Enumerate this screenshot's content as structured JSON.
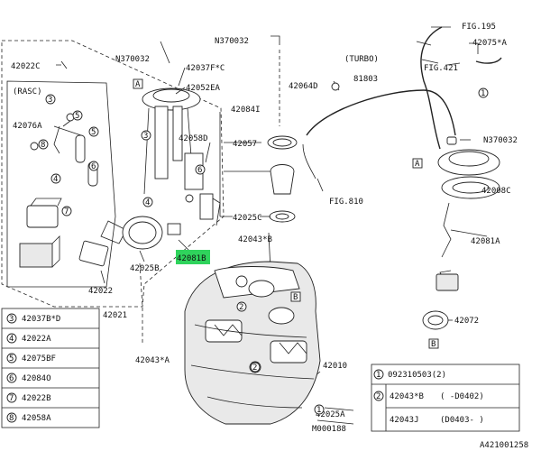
{
  "labels": {
    "l42022C": "42022C",
    "lN370032a": "N370032",
    "l42037FC": "42037F*C",
    "l42052EA": "42052EA",
    "lRASC": "(RASC)",
    "l42076A": "42076A",
    "l42058D": "42058D",
    "l42084I": "42084I",
    "l42057": "42057",
    "l42025C": "42025C",
    "l42081B": "42081B",
    "l42025B": "42025B",
    "l42022": "42022",
    "l42021": "42021",
    "l42043B": "42043*B",
    "l42043A": "42043*A",
    "l42010": "42010",
    "l42025A": "42025A",
    "lM000188": "M000188",
    "lN370032b": "N370032",
    "lTURBO": "(TURBO)",
    "l81803": "81803",
    "l42064D": "42064D",
    "lFIG810": "FIG.810",
    "lFIG195": "FIG.195",
    "l42075A": "42075*A",
    "lFIG421": "FIG.421",
    "lN370032c": "N370032",
    "l42008C": "42008C",
    "l42081A": "42081A",
    "l42072": "42072",
    "lCode": "A421001258"
  },
  "callouts": {
    "c1a": "1",
    "c1b": "1",
    "c2a": "2",
    "c2b": "2",
    "c3a": "3",
    "c3b": "3",
    "c4a": "4",
    "c4b": "4",
    "c5a": "5",
    "c5b": "5",
    "c6a": "6",
    "c6b": "6",
    "c7a": "7",
    "c8a": "8",
    "boxA1": "A",
    "boxA2": "A",
    "boxB1": "B",
    "boxB2": "B"
  },
  "legend_left": [
    {
      "num": "3",
      "part": "42037B*D"
    },
    {
      "num": "4",
      "part": "42022A"
    },
    {
      "num": "5",
      "part": "42075BF"
    },
    {
      "num": "6",
      "part": "42084O"
    },
    {
      "num": "7",
      "part": "42022B"
    },
    {
      "num": "8",
      "part": "42058A"
    }
  ],
  "legend_right": {
    "row1_num": "1",
    "row1_part": "092310503(2)",
    "row2_num": "2",
    "row2_part": "42043*B",
    "row2_range": "(      -D0402)",
    "row3_part": "42043J",
    "row3_range": "(D0403-      )"
  },
  "colors": {
    "highlight": "#2fd35c",
    "line": "#222222"
  }
}
